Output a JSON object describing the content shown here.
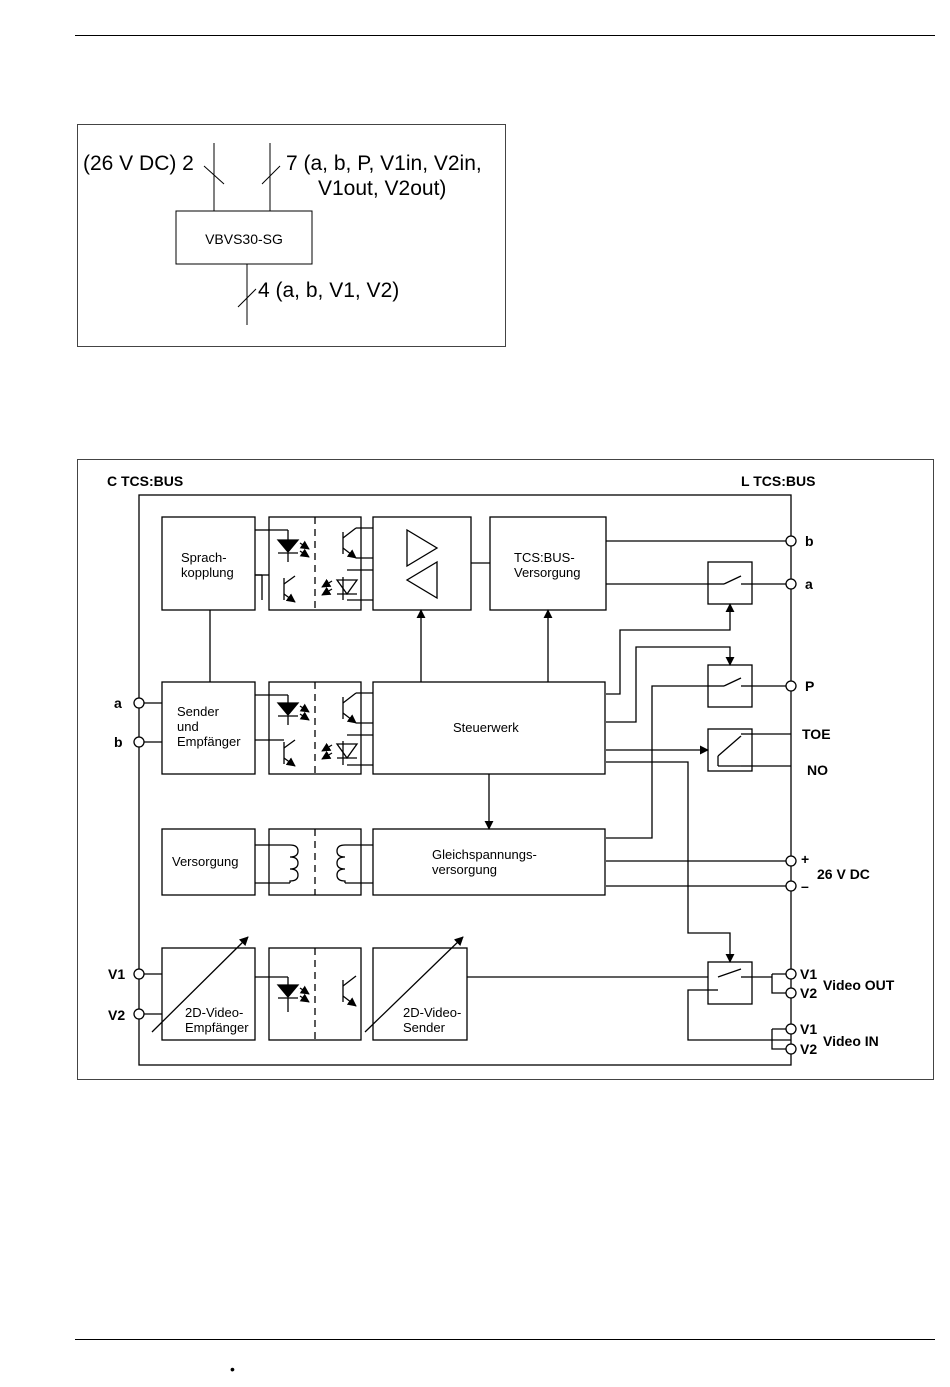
{
  "overview": {
    "supply_label": "(26 V DC) 2",
    "lines_label_1": "7 (a, b, P, V1in, V2in,",
    "lines_label_2": "V1out, V2out)",
    "device_name": "VBVS30-SG",
    "bottom_label": "4 (a, b, V1, V2)"
  },
  "block": {
    "left_bus": "C TCS:BUS",
    "right_bus": "L TCS:BUS",
    "blocks": {
      "sprach_1": "Sprach-",
      "sprach_2": "kopplung",
      "tcsbus_1": "TCS:BUS-",
      "tcsbus_2": "Versorgung",
      "sender_1": "Sender",
      "sender_2": "und",
      "sender_3": "Empfänger",
      "steuerwerk": "Steuerwerk",
      "versorgung": "Versorgung",
      "gleich_1": "Gleichspannungs-",
      "gleich_2": "versorgung",
      "vidrx_1": "2D-Video-",
      "vidrx_2": "Empfänger",
      "vidtx_1": "2D-Video-",
      "vidtx_2": "Sender"
    },
    "left_terminals": {
      "a": "a",
      "b": "b",
      "v1": "V1",
      "v2": "V2"
    },
    "right_terminals": {
      "b": "b",
      "a": "a",
      "p": "P",
      "toe": "TOE",
      "no": "NO",
      "plus": "+",
      "minus": "–",
      "dc": "26 V DC",
      "out_v1": "V1",
      "out_v2": "V2",
      "video_out": "Video OUT",
      "in_v1": "V1",
      "in_v2": "V2",
      "video_in": "Video IN"
    }
  },
  "footer": {
    "bullet": "•"
  }
}
